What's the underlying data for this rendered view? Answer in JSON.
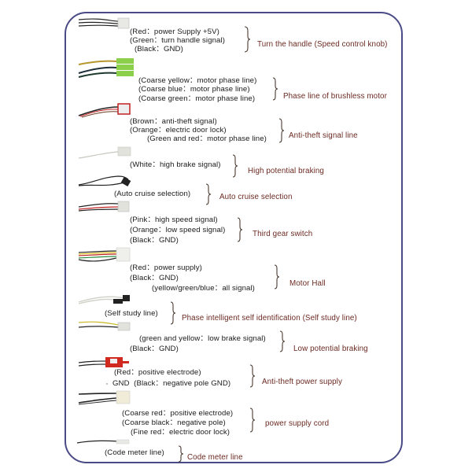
{
  "diagram": {
    "type": "wiring-legend",
    "frame_color": "#4a4a86",
    "text_color": "#1a1a1a",
    "label_color": "#6b2a22",
    "groups": [
      {
        "id": "turn-handle",
        "lines": [
          "(Red：power Supply +5V)",
          "(Green：turn handle signal)",
          "(Black：GND)"
        ],
        "label": "Turn the handle (Speed control knob)",
        "connector": "white-3pin",
        "wire_colors": [
          "#222222",
          "#222222",
          "#222222"
        ]
      },
      {
        "id": "phase-line",
        "lines": [
          "(Coarse yellow：motor phase line)",
          "(Coarse blue：motor phase line)",
          "(Coarse green：motor phase line)"
        ],
        "label": "Phase line of brushless motor",
        "connector": "green-spade-x3",
        "wire_colors": [
          "#c9a83a",
          "#1e3a4a",
          "#1e4a3a"
        ]
      },
      {
        "id": "anti-theft-signal",
        "lines": [
          "(Brown：anti-theft signal)",
          "(Orange：electric door lock)",
          "(Green and red：motor phase line)"
        ],
        "label": "Anti-theft signal line",
        "connector": "red-4pin",
        "wire_colors": [
          "#6b3a20",
          "#e07a20",
          "#2a7a3a",
          "#c02020"
        ]
      },
      {
        "id": "high-brake",
        "lines": [
          "(White：high brake signal)"
        ],
        "label": "High potential braking",
        "connector": "white-2pin",
        "wire_colors": [
          "#d8d8d0"
        ]
      },
      {
        "id": "auto-cruise",
        "lines": [
          "(Auto cruise selection)"
        ],
        "label": "Auto cruise selection",
        "connector": "black-plug",
        "wire_colors": [
          "#222222"
        ]
      },
      {
        "id": "third-gear",
        "lines": [
          "(Pink：high speed signal)",
          "(Orange：low speed signal)",
          "(Black：GND)"
        ],
        "label": "Third gear switch",
        "connector": "white-3pin",
        "wire_colors": [
          "#d04a4a",
          "#e08a3a",
          "#222222"
        ]
      },
      {
        "id": "motor-hall",
        "lines": [
          "(Red：power supply)",
          "(Black：GND)",
          "(yellow/green/blue：all signal)"
        ],
        "label": "Motor Hall",
        "connector": "white-5pin",
        "wire_colors": [
          "#c02020",
          "#222222",
          "#d8c020",
          "#2a8a3a",
          "#2a4aa0"
        ]
      },
      {
        "id": "self-study",
        "lines": [
          "(Self study line)"
        ],
        "label": "Phase intelligent self identification (Self study line)",
        "connector": "black-2plug",
        "wire_colors": [
          "#d8d8d0",
          "#d8d8d0"
        ]
      },
      {
        "id": "low-brake",
        "lines": [
          "(green and yellow：low brake signal)",
          "(Black：GND)"
        ],
        "label": "Low potential braking",
        "connector": "white-2pin",
        "wire_colors": [
          "#c8b820",
          "#222222"
        ]
      },
      {
        "id": "anti-theft-power",
        "lines": [
          "(Red：positive electrode)",
          "GND  (Black：negative pole GND)"
        ],
        "label": "Anti-theft power supply",
        "connector": "red-2pin",
        "wire_colors": [
          "#222222",
          "#222222"
        ]
      },
      {
        "id": "power-supply",
        "lines": [
          "(Coarse red：positive electrode)",
          "(Coarse black：negative pole)",
          "(Fine red：electric door lock)"
        ],
        "label": "power supply cord",
        "connector": "white-3pin-large",
        "wire_colors": [
          "#222222",
          "#222222",
          "#222222"
        ]
      },
      {
        "id": "code-meter",
        "lines": [
          "(Code meter line)"
        ],
        "label": "Code meter line",
        "connector": "small-pin",
        "wire_colors": [
          "#222222"
        ]
      }
    ]
  }
}
